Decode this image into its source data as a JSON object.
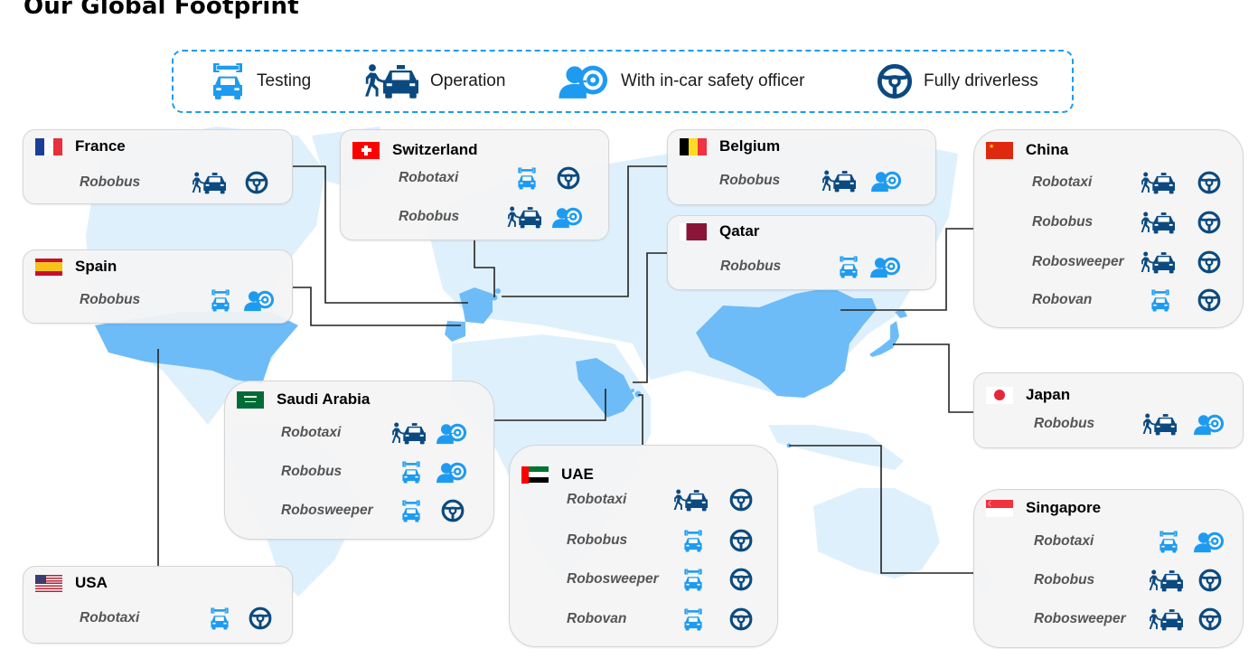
{
  "title": "Our Global Footprint",
  "colors": {
    "accent_light": "#1e9bf0",
    "accent_dark": "#0b4a80",
    "map_base": "#dff0fd",
    "map_highlight": "#6dbcf7",
    "card_bg": "#f4f4f4",
    "connector": "#222222"
  },
  "legend": [
    {
      "icon": "testing-icon",
      "label": "Testing"
    },
    {
      "icon": "operation-icon",
      "label": "Operation"
    },
    {
      "icon": "safety-officer-icon",
      "label": "With in-car safety officer"
    },
    {
      "icon": "driverless-icon",
      "label": "Fully driverless"
    }
  ],
  "countries": {
    "france": {
      "name": "France",
      "services": [
        {
          "name": "Robobus",
          "stage": "operation",
          "mode": "driverless"
        }
      ]
    },
    "spain": {
      "name": "Spain",
      "services": [
        {
          "name": "Robobus",
          "stage": "testing",
          "mode": "safety-officer"
        }
      ]
    },
    "switzerland": {
      "name": "Switzerland",
      "services": [
        {
          "name": "Robotaxi",
          "stage": "testing",
          "mode": "driverless"
        },
        {
          "name": "Robobus",
          "stage": "operation",
          "mode": "safety-officer"
        }
      ]
    },
    "belgium": {
      "name": "Belgium",
      "services": [
        {
          "name": "Robobus",
          "stage": "operation",
          "mode": "safety-officer"
        }
      ]
    },
    "qatar": {
      "name": "Qatar",
      "services": [
        {
          "name": "Robobus",
          "stage": "testing",
          "mode": "safety-officer"
        }
      ]
    },
    "china": {
      "name": "China",
      "services": [
        {
          "name": "Robotaxi",
          "stage": "operation",
          "mode": "driverless"
        },
        {
          "name": "Robobus",
          "stage": "operation",
          "mode": "driverless"
        },
        {
          "name": "Robosweeper",
          "stage": "operation",
          "mode": "driverless"
        },
        {
          "name": "Robovan",
          "stage": "testing",
          "mode": "driverless"
        }
      ]
    },
    "japan": {
      "name": "Japan",
      "services": [
        {
          "name": "Robobus",
          "stage": "operation",
          "mode": "safety-officer"
        }
      ]
    },
    "saudi": {
      "name": "Saudi Arabia",
      "services": [
        {
          "name": "Robotaxi",
          "stage": "operation",
          "mode": "safety-officer"
        },
        {
          "name": "Robobus",
          "stage": "testing",
          "mode": "safety-officer"
        },
        {
          "name": "Robosweeper",
          "stage": "testing",
          "mode": "driverless"
        }
      ]
    },
    "uae": {
      "name": "UAE",
      "services": [
        {
          "name": "Robotaxi",
          "stage": "operation",
          "mode": "driverless"
        },
        {
          "name": "Robobus",
          "stage": "testing",
          "mode": "driverless"
        },
        {
          "name": "Robosweeper",
          "stage": "testing",
          "mode": "driverless"
        },
        {
          "name": "Robovan",
          "stage": "testing",
          "mode": "driverless"
        }
      ]
    },
    "singapore": {
      "name": "Singapore",
      "services": [
        {
          "name": "Robotaxi",
          "stage": "testing",
          "mode": "safety-officer"
        },
        {
          "name": "Robobus",
          "stage": "operation",
          "mode": "driverless"
        },
        {
          "name": "Robosweeper",
          "stage": "operation",
          "mode": "driverless"
        }
      ]
    },
    "usa": {
      "name": "USA",
      "services": [
        {
          "name": "Robotaxi",
          "stage": "testing",
          "mode": "driverless"
        }
      ]
    }
  }
}
